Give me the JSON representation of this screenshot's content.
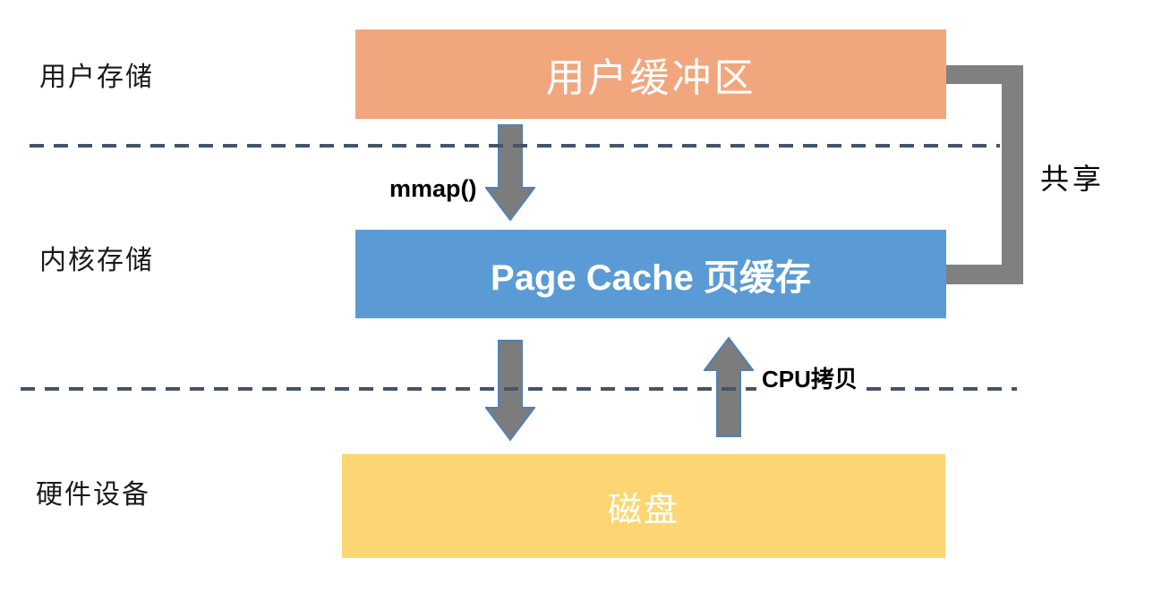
{
  "diagram": {
    "title_semantics": "mmap page-cache memory layers diagram",
    "row_labels": {
      "user": "用户存储",
      "kernel": "内核存储",
      "hardware": "硬件设备"
    },
    "boxes": {
      "user_buffer": {
        "label": "用户缓冲区",
        "color": "#F2A67D"
      },
      "page_cache": {
        "label": "Page Cache 页缓存",
        "color": "#5B9BD5"
      },
      "disk": {
        "label": "磁盘",
        "color": "#FBD672"
      }
    },
    "annotations": {
      "mmap": "mmap()",
      "cpu_copy": "CPU拷贝",
      "share": "共享"
    },
    "colors": {
      "arrow_fill": "#7C7C7C",
      "arrow_stroke": "#4F81BD",
      "bracket": "#808080",
      "dashed_line": "#44546A",
      "box_text": "#FFFFFF",
      "label_text": "#1A1A1A",
      "background": "#FFFFFF"
    }
  }
}
